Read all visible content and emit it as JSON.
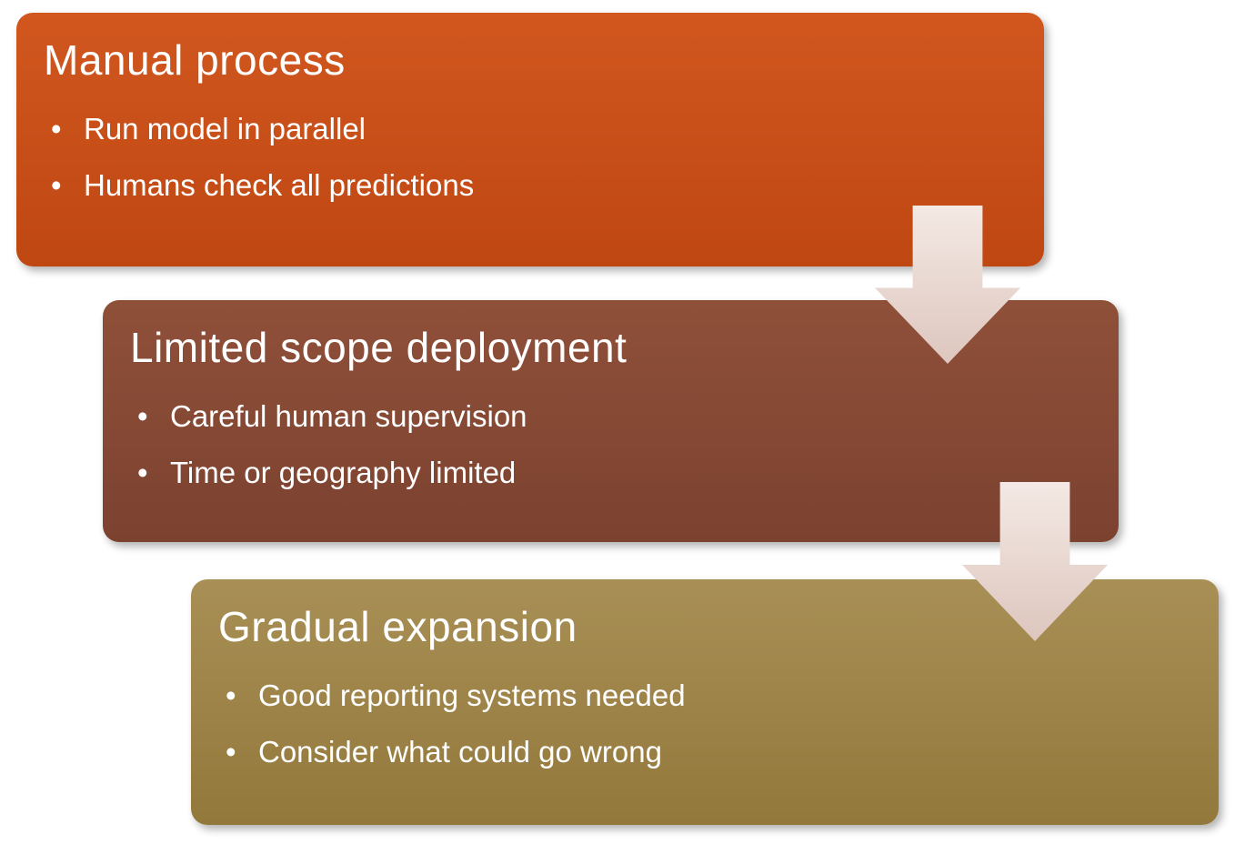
{
  "diagram": {
    "type": "staggered-process",
    "background_color": "#ffffff",
    "steps": [
      {
        "title": "Manual process",
        "bullets": [
          "Run model in parallel",
          "Humans check all predictions"
        ],
        "fill_top": "#d1571f",
        "fill_bottom": "#bf4712"
      },
      {
        "title": "Limited scope deployment",
        "bullets": [
          "Careful human supervision",
          "Time or geography limited"
        ],
        "fill_top": "#8f5039",
        "fill_bottom": "#7c4230"
      },
      {
        "title": "Gradual expansion",
        "bullets": [
          "Good reporting systems needed",
          "Consider what could go wrong"
        ],
        "fill_top": "#a88f55",
        "fill_bottom": "#93783b"
      }
    ],
    "arrow": {
      "direction": "down",
      "fill_top": "#f4e9e4",
      "fill_bottom": "#ddc6be"
    },
    "text_color": "#ffffff"
  }
}
